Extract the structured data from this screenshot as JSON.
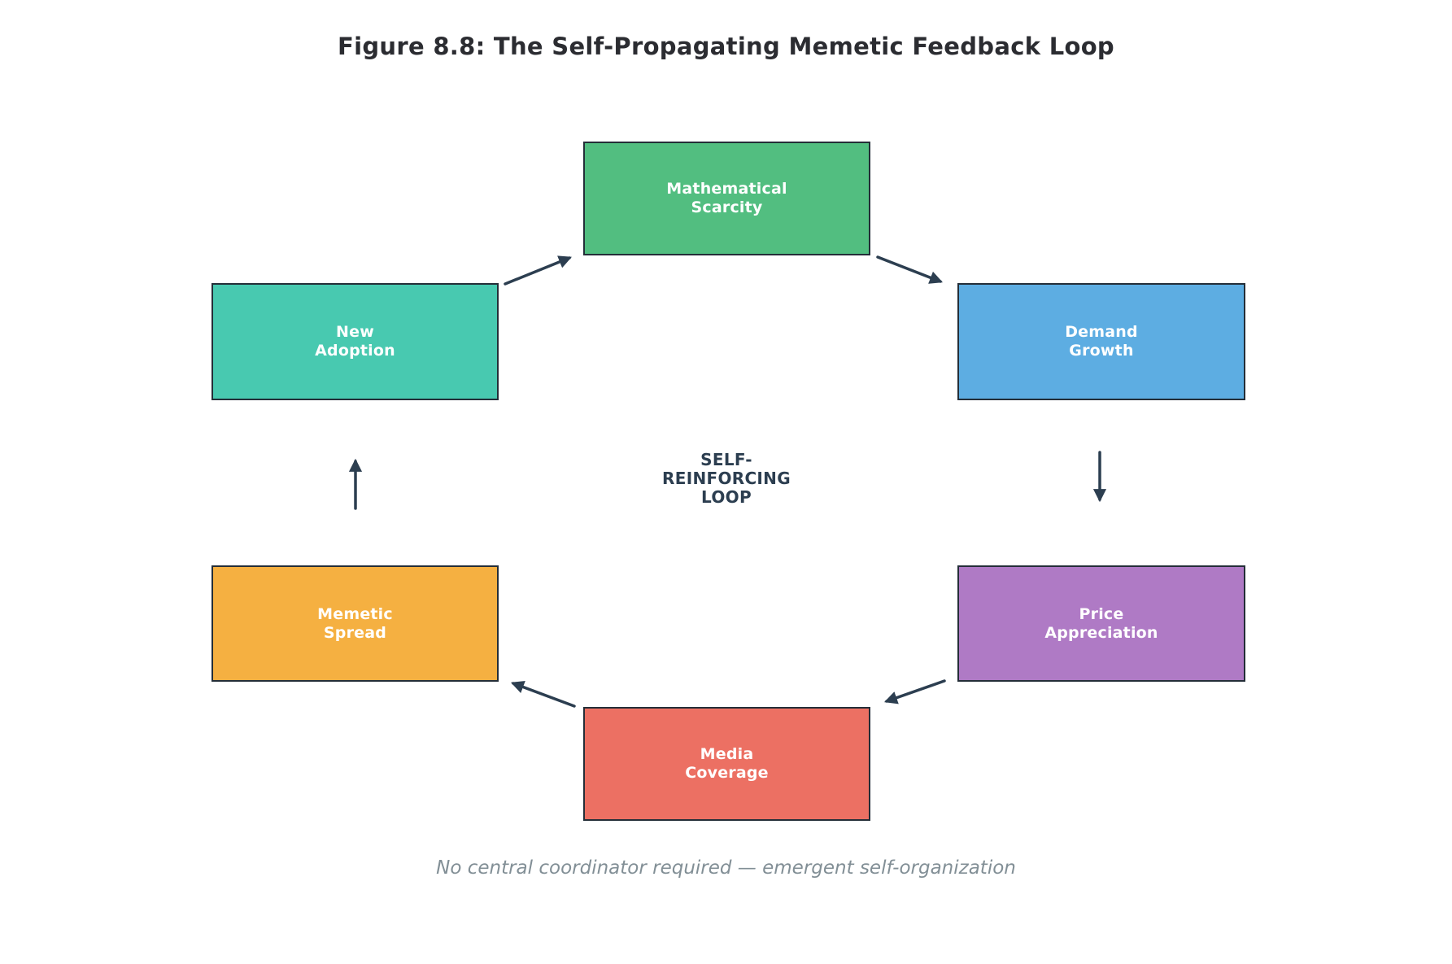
{
  "title": "Figure 8.8: The Self-Propagating Memetic Feedback Loop",
  "center_label": "SELF-\nREINFORCING\nLOOP",
  "caption": "No central coordinator required — emergent self-organization",
  "colors": {
    "title_text": "#2B2C31",
    "center_text": "#2C3E50",
    "caption_text": "#828F96",
    "arrow": "#2C3E50",
    "node_border": "#242E38",
    "node_text": "#FFFFFF"
  },
  "nodes": [
    {
      "id": "mathematical-scarcity",
      "label": "Mathematical\nScarcity",
      "color": "#52BE80",
      "position": "top"
    },
    {
      "id": "demand-growth",
      "label": "Demand\nGrowth",
      "color": "#5DADE2",
      "position": "upper-right"
    },
    {
      "id": "price-appreciation",
      "label": "Price\nAppreciation",
      "color": "#AF7AC5",
      "position": "lower-right"
    },
    {
      "id": "media-coverage",
      "label": "Media\nCoverage",
      "color": "#EC7063",
      "position": "bottom"
    },
    {
      "id": "memetic-spread",
      "label": "Memetic\nSpread",
      "color": "#F5B041",
      "position": "lower-left"
    },
    {
      "id": "new-adoption",
      "label": "New\nAdoption",
      "color": "#48C9B0",
      "position": "upper-left"
    }
  ],
  "flow": [
    {
      "from": "new-adoption",
      "to": "mathematical-scarcity"
    },
    {
      "from": "mathematical-scarcity",
      "to": "demand-growth"
    },
    {
      "from": "demand-growth",
      "to": "price-appreciation"
    },
    {
      "from": "price-appreciation",
      "to": "media-coverage"
    },
    {
      "from": "media-coverage",
      "to": "memetic-spread"
    },
    {
      "from": "memetic-spread",
      "to": "new-adoption"
    }
  ]
}
